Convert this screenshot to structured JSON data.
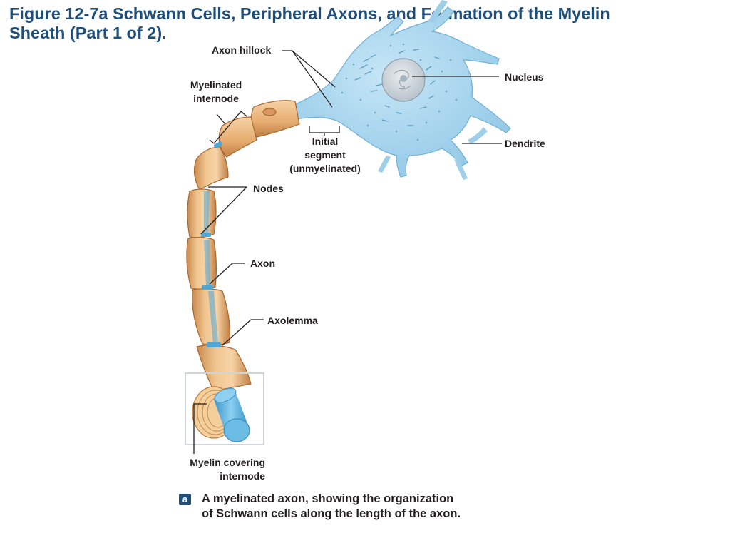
{
  "title": {
    "line1": "Figure 12-7a Schwann Cells, Peripheral Axons, and Formation of the Myelin",
    "line2": "Sheath (Part 1 of 2)."
  },
  "labels": {
    "axon_hillock": "Axon hillock",
    "myelinated_internode": [
      "Myelinated",
      "internode"
    ],
    "nucleus": "Nucleus",
    "initial_segment": [
      "Initial",
      "segment",
      "(unmyelinated)"
    ],
    "dendrite": "Dendrite",
    "nodes": "Nodes",
    "axon": "Axon",
    "axolemma": "Axolemma",
    "myelin_covering_internode": [
      "Myelin covering",
      "internode"
    ]
  },
  "caption": {
    "badge": "a",
    "lines": [
      "A myelinated axon, showing the organization",
      "of Schwann cells along the length of the axon."
    ]
  },
  "colors": {
    "title": "#1f4e79",
    "neuron_body": "#9ecfe8",
    "schwann_cell": "#e9b37a",
    "axon": "#64b4df",
    "leader_line": "#231f20"
  }
}
